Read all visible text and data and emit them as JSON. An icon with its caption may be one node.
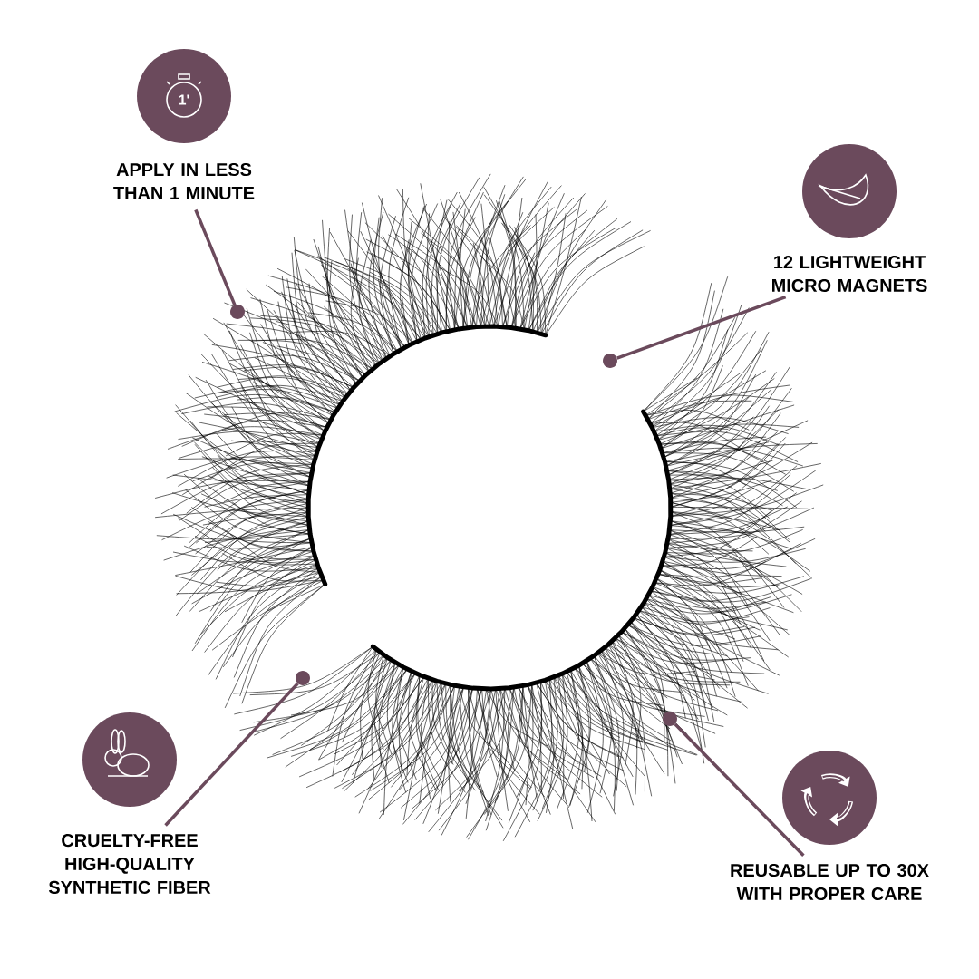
{
  "diagram": {
    "nodes": [
      {
        "text": [
          "APPLY IN LESS THAN 1 MINUTE"
        ]
      },
      {
        "text": [
          "12 LIGHTWEIGHT MICRO MAGNETS"
        ]
      },
      {
        "text": [
          "CRUELTY-FREE HIGH-QUALITY SYNTHETIC FIBER"
        ]
      },
      {
        "text": [
          "REUSABLE UP TO 30X WITH PROPER CARE"
        ]
      },
      {
        "text": [],
        "shape": "circle"
      },
      {
        "text": [],
        "shape": "circle"
      },
      {
        "text": [],
        "shape": "circle"
      },
      {
        "text": [],
        "shape": "circle"
      }
    ],
    "edges": [
      {
        "from": 0,
        "to": 4,
        "arrow": "none"
      },
      {
        "from": 1,
        "to": 5,
        "arrow": "none"
      },
      {
        "from": 2,
        "to": 6,
        "arrow": "none"
      },
      {
        "from": 3,
        "to": 7,
        "arrow": "none"
      }
    ],
    "labels": [
      "1'"
    ]
  }
}
